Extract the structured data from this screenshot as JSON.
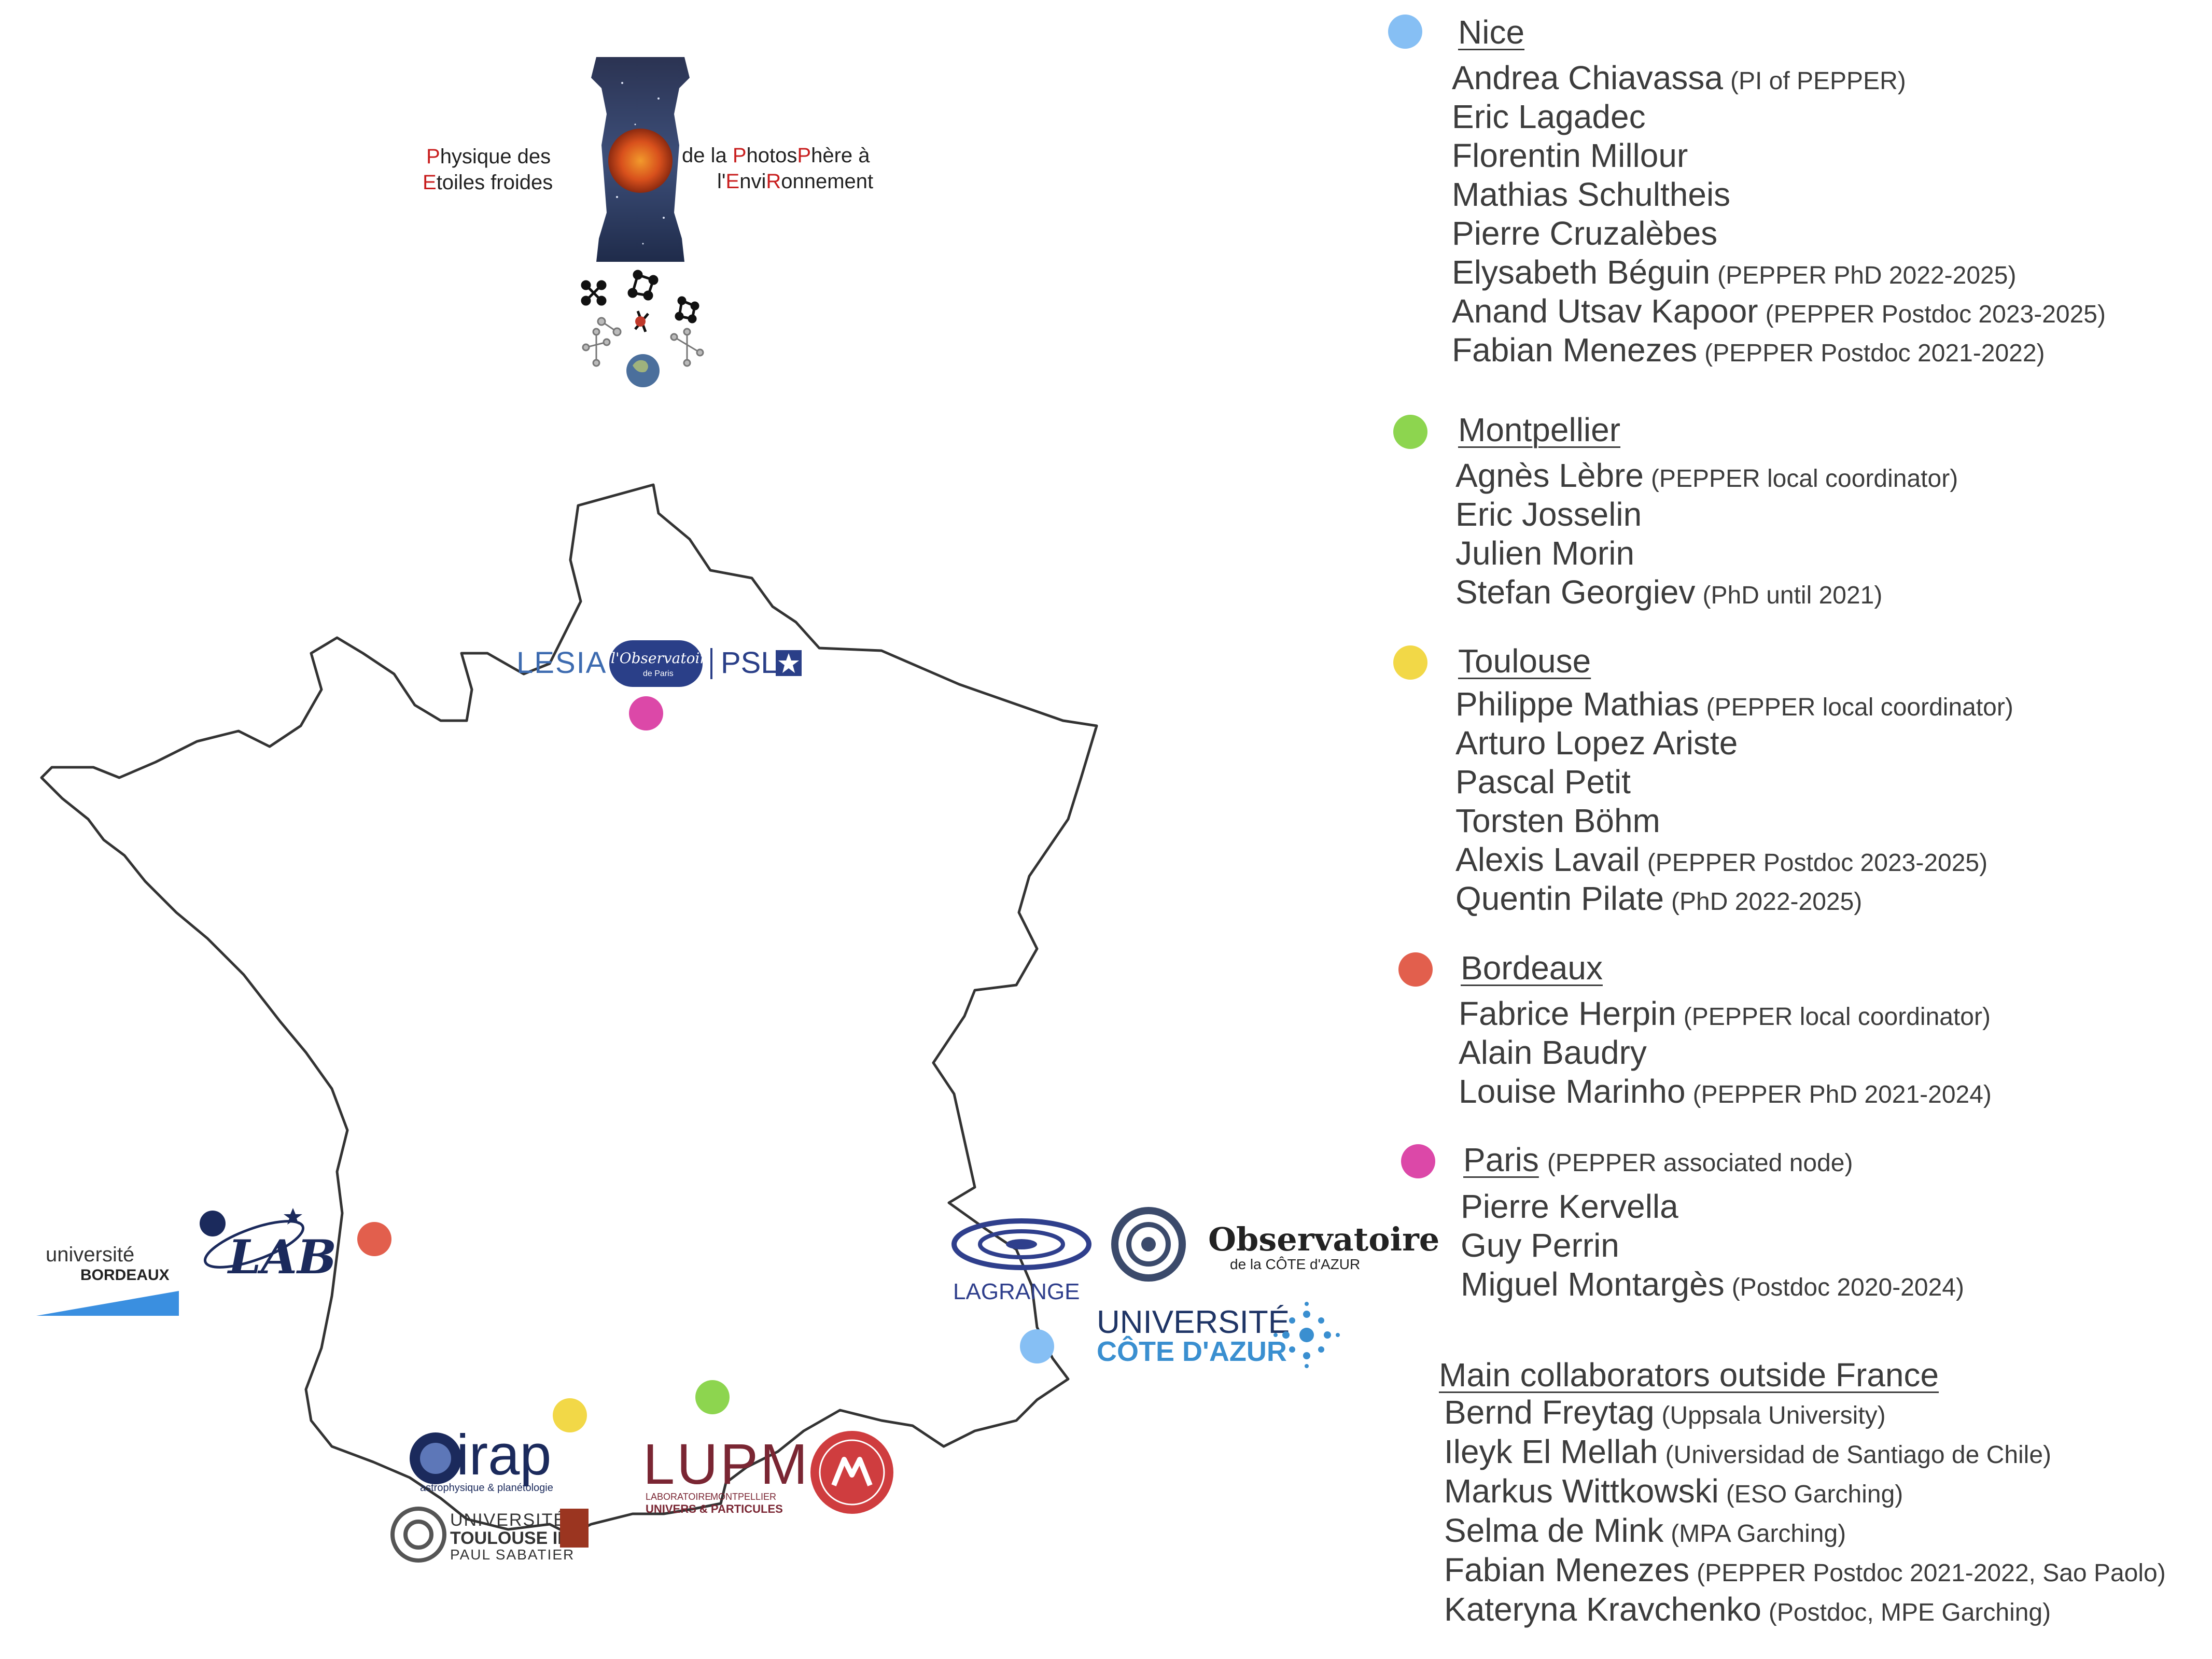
{
  "colors": {
    "nice": "#86bff4",
    "montpellier": "#8dd54f",
    "toulouse": "#f2d847",
    "bordeaux": "#e25f4d",
    "paris": "#dc48a8",
    "accent_red": "#c81e1e",
    "text": "#3c3c3c"
  },
  "pepper_logo": {
    "left_line1": [
      "P",
      "hysique des"
    ],
    "left_line2": [
      "E",
      "toiles froides"
    ],
    "right_line1": [
      "de la ",
      "P",
      "hotos",
      "P",
      "hère à"
    ],
    "right_line2": [
      "l'",
      "E",
      "nvi",
      "R",
      "onnement"
    ]
  },
  "map_logos": {
    "lesia": "LESIA",
    "observatoire_paris_1": "l'Observatoire",
    "observatoire_paris_2": "de Paris",
    "psl": "PSL",
    "bordeaux_univ_1": "université",
    "bordeaux_univ_2": "BORDEAUX",
    "lab": "LAB",
    "lagrange": "LAGRANGE",
    "observatoire_cote_1": "Observatoire",
    "observatoire_cote_2": "de la CÔTE d'AZUR",
    "univ_cote_1": "UNIVERSITÉ",
    "univ_cote_2": "CÔTE D'AZUR",
    "irap": "irap",
    "irap_sub": "astrophysique & planétologie",
    "toulouse_univ_1": "UNIVERSITÉ",
    "toulouse_univ_2": "TOULOUSE III",
    "toulouse_univ_3": "PAUL SABATIER",
    "lupm": "LUPM",
    "lupm_sub1": "LABORATOIRE",
    "lupm_sub2": "UNIVERS & PARTICULES",
    "lupm_sub3": "MONTPELLIER"
  },
  "groups": [
    {
      "id": "nice",
      "heading": "Nice",
      "heading_note": "",
      "members": [
        {
          "name": "Andrea Chiavassa",
          "role": "(PI of PEPPER)"
        },
        {
          "name": "Eric Lagadec",
          "role": ""
        },
        {
          "name": "Florentin Millour",
          "role": ""
        },
        {
          "name": "Mathias Schultheis",
          "role": ""
        },
        {
          "name": "Pierre Cruzalèbes",
          "role": ""
        },
        {
          "name": "Elysabeth Béguin",
          "role": "(PEPPER PhD 2022-2025)"
        },
        {
          "name": "Anand Utsav Kapoor",
          "role": "(PEPPER Postdoc 2023-2025)"
        },
        {
          "name": "Fabian Menezes",
          "role": "(PEPPER Postdoc 2021-2022)"
        }
      ]
    },
    {
      "id": "montpellier",
      "heading": "Montpellier",
      "heading_note": "",
      "members": [
        {
          "name": "Agnès Lèbre",
          "role": "(PEPPER local coordinator)"
        },
        {
          "name": "Eric Josselin",
          "role": ""
        },
        {
          "name": "Julien Morin",
          "role": ""
        },
        {
          "name": "Stefan Georgiev",
          "role": "(PhD until 2021)"
        }
      ]
    },
    {
      "id": "toulouse",
      "heading": "Toulouse",
      "heading_note": "",
      "members": [
        {
          "name": "Philippe Mathias",
          "role": "(PEPPER local coordinator)"
        },
        {
          "name": "Arturo Lopez Ariste",
          "role": ""
        },
        {
          "name": "Pascal Petit",
          "role": ""
        },
        {
          "name": "Torsten Böhm",
          "role": ""
        },
        {
          "name": "Alexis Lavail",
          "role": "(PEPPER Postdoc 2023-2025)"
        },
        {
          "name": "Quentin Pilate",
          "role": "(PhD 2022-2025)"
        }
      ]
    },
    {
      "id": "bordeaux",
      "heading": "Bordeaux",
      "heading_note": "",
      "members": [
        {
          "name": "Fabrice Herpin",
          "role": "(PEPPER local coordinator)"
        },
        {
          "name": "Alain Baudry",
          "role": ""
        },
        {
          "name": "Louise Marinho",
          "role": "(PEPPER PhD 2021-2024)"
        }
      ]
    },
    {
      "id": "paris",
      "heading": "Paris",
      "heading_note": "(PEPPER associated node)",
      "members": [
        {
          "name": "Pierre Kervella",
          "role": ""
        },
        {
          "name": "Guy Perrin",
          "role": ""
        },
        {
          "name": "Miguel Montargès",
          "role": "(Postdoc 2020-2024)"
        }
      ]
    }
  ],
  "collaborators": {
    "heading": "Main collaborators outside France",
    "members": [
      {
        "name": "Bernd Freytag",
        "role": "(Uppsala University)"
      },
      {
        "name": "Ileyk El Mellah",
        "role": "(Universidad de Santiago de Chile)"
      },
      {
        "name": "Markus Wittkowski",
        "role": "(ESO Garching)"
      },
      {
        "name": "Selma de Mink",
        "role": "(MPA Garching)"
      },
      {
        "name": "Fabian Menezes",
        "role": "(PEPPER Postdoc 2021-2022, Sao Paolo)"
      },
      {
        "name": "Kateryna Kravchenko",
        "role": "(Postdoc, MPE Garching)"
      }
    ]
  }
}
